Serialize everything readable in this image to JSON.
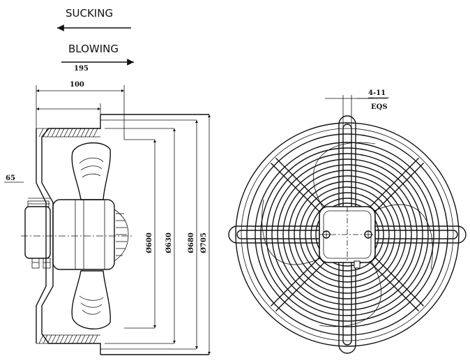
{
  "direction": {
    "sucking_label": "SUCKING",
    "blowing_label": "BLOWING"
  },
  "side_view": {
    "dim_195": "195",
    "dim_100": "100",
    "dim_65": "65",
    "dim_600": "Ø600",
    "dim_630": "Ø630",
    "dim_680": "Ø680",
    "dim_705": "Ø705"
  },
  "front_view": {
    "hole_count_label": "4-11",
    "hole_type_label": "EQS"
  },
  "colors": {
    "ink": "#111111",
    "background": "#ffffff"
  }
}
